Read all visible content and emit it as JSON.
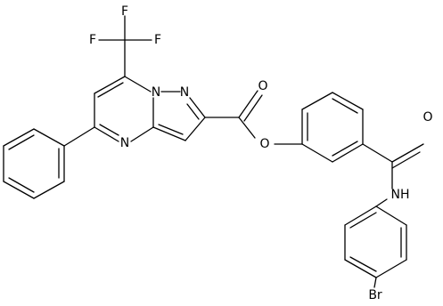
{
  "atom_labels": {
    "f_top": "F",
    "f_left": "F",
    "f_right": "F",
    "n_bridge": "N",
    "n_pyrazole": "N",
    "n_pyrimidine": "N",
    "o_carbonyl_ester": "O",
    "o_ester": "O",
    "o_carbonyl_amide": "O",
    "nh_amide": "NH",
    "br": "Br"
  },
  "colors": {
    "line": "#000000",
    "background": "#ffffff"
  }
}
